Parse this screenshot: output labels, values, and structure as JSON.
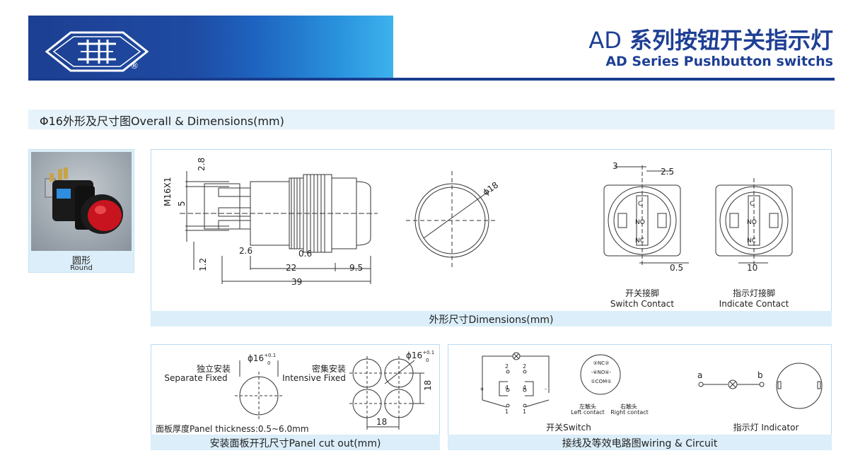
{
  "header": {
    "brand_colors": {
      "primary": "#1e3f94",
      "band_light": "#3db2ee"
    },
    "logo_registered": "®",
    "title_prefix": "AD",
    "title_cn": "系列按钮开关指示灯",
    "title_en": "AD Series Pushbutton switchs"
  },
  "section": {
    "title": "Φ16外形及尺寸图Overall & Dimensions(mm)"
  },
  "product": {
    "name_cn": "圆形",
    "name_en": "Round"
  },
  "dimensions_panel": {
    "caption": "外形尺寸Dimensions(mm)",
    "side_view": {
      "thread": "M16X1",
      "dims": [
        "2.8",
        "5",
        "1.2",
        "2.6",
        "0.6",
        "22",
        "9.5",
        "39"
      ]
    },
    "front_view": {
      "diameter": "ϕ18"
    },
    "switch_contact": {
      "dims": [
        "3",
        "2.5",
        "0.5"
      ],
      "pins": [
        "C",
        "NO",
        "NC"
      ],
      "label_cn": "开关接脚",
      "label_en": "Switch Contact"
    },
    "indicate_contact": {
      "dims": [
        "10"
      ],
      "pins": [
        "C",
        "NO",
        "NC"
      ],
      "label_cn": "指示灯接脚",
      "label_en": "Indicate Contact"
    }
  },
  "cutout_panel": {
    "caption": "安装面板开孔尺寸Panel cut out(mm)",
    "separate_cn": "独立安装",
    "separate_en": "Separate Fixed",
    "intensive_cn": "密集安装",
    "intensive_en": "Intensive Fixed",
    "hole_dia": "ϕ16",
    "tol_plus": "+0.1",
    "tol_zero": "0",
    "pitch_v": "18",
    "pitch_h": "18",
    "thickness": "面板厚度Panel thickness:0.5~6.0mm"
  },
  "wiring_panel": {
    "caption": "接线及等效电路图wiring & Circuit",
    "switch_label": "开关Switch",
    "indicator_label": "指示灯 Indicator",
    "terminals": [
      "2",
      "4",
      "1",
      "2",
      "4",
      "1"
    ],
    "polarity": [
      "+",
      "-"
    ],
    "pin_grid": [
      "②",
      "NC",
      "②",
      "-",
      "④",
      "NO",
      "④",
      "-",
      "①",
      "COM",
      "①"
    ],
    "left_contact_cn": "左触头",
    "left_contact_en": "Left contact",
    "right_contact_cn": "右触头",
    "right_contact_en": "Right contact",
    "lamp_a": "a",
    "lamp_b": "b"
  }
}
